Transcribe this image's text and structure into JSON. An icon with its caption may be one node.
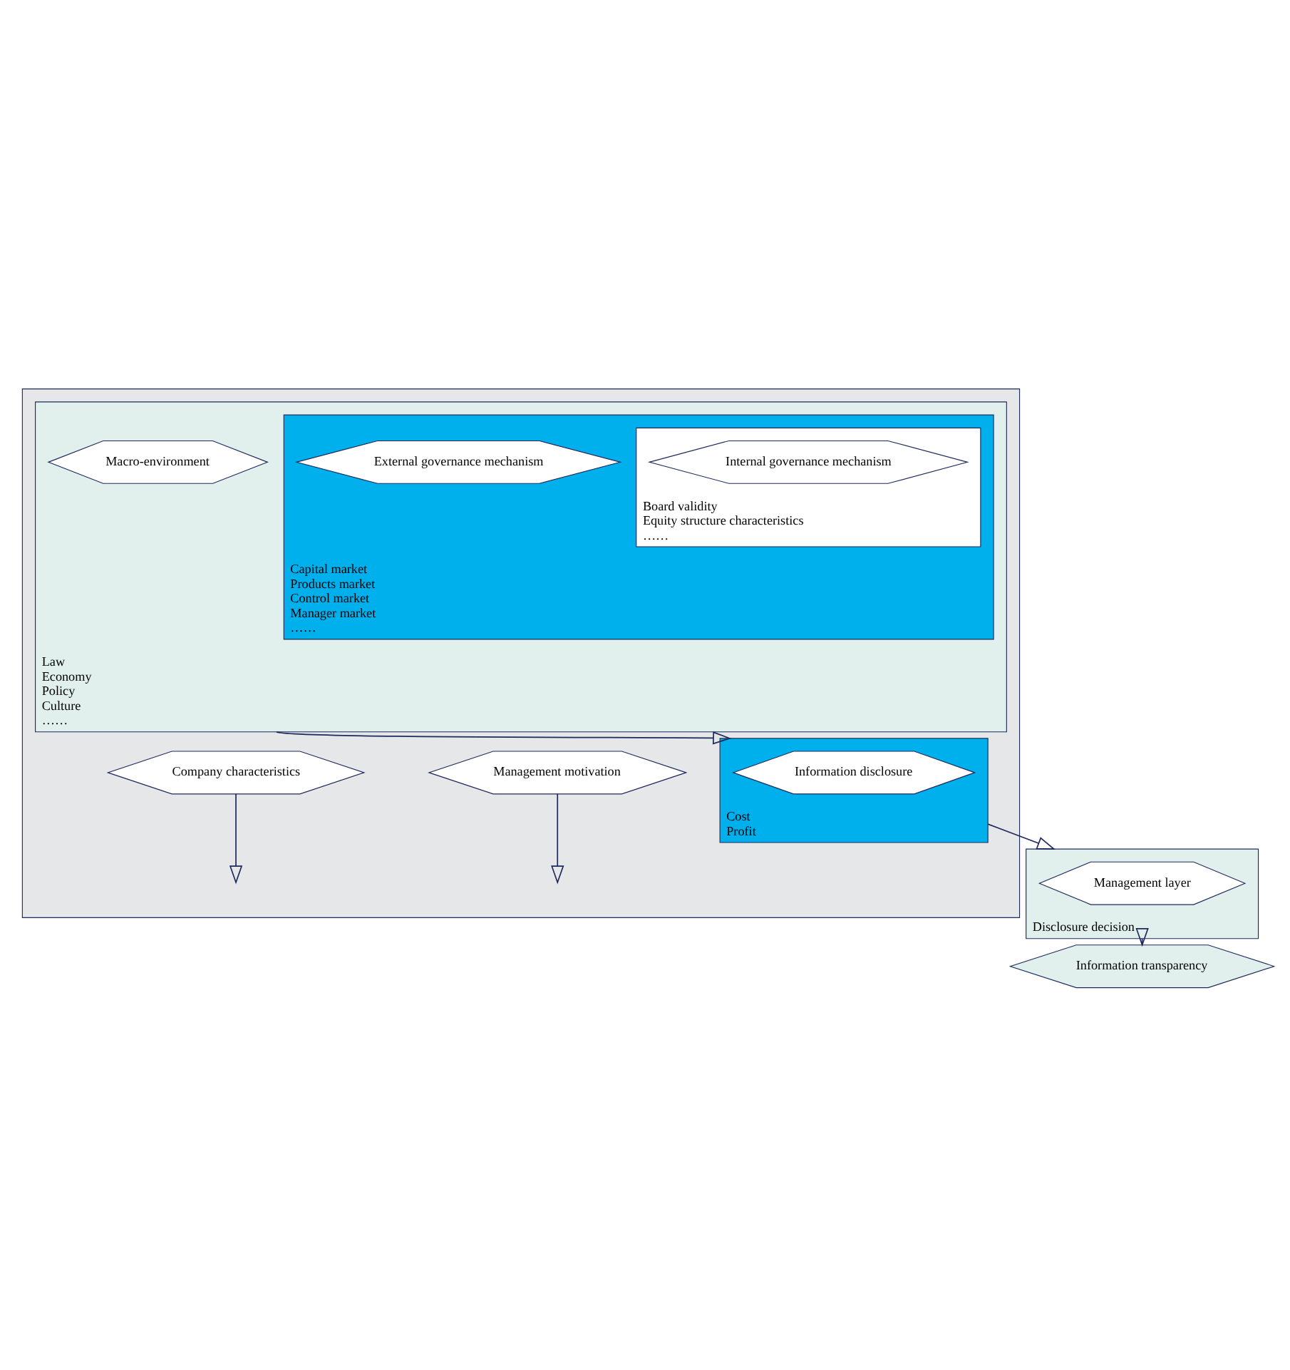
{
  "diagram": {
    "nodes": [
      {
        "text": [],
        "shape": "box"
      },
      {
        "text": [
          "Law",
          "Economy",
          "Policy",
          "Culture",
          "……"
        ],
        "in": 0
      },
      {
        "text": [
          "Macro-environment"
        ],
        "in": 1
      },
      {
        "text": [
          "Capital market",
          "Products market",
          "Control market",
          "Manager market",
          "……"
        ],
        "in": 1
      },
      {
        "text": [
          "External governance mechanism"
        ],
        "in": 3
      },
      {
        "text": [
          "Board validity",
          "Equity structure characteristics",
          "……"
        ],
        "in": 3
      },
      {
        "text": [
          "Internal governance mechanism"
        ],
        "in": 5
      },
      {
        "text": [
          "Management motivation"
        ],
        "in": 0
      },
      {
        "text": [
          "Cost",
          "Profit"
        ],
        "in": 0
      },
      {
        "text": [
          "Information disclosure"
        ],
        "in": 8
      },
      {
        "text": [
          "Company characteristics"
        ],
        "in": 0
      },
      {
        "text": [
          "Disclosure decision"
        ]
      },
      {
        "text": [
          "Management layer"
        ],
        "in": 11
      },
      {
        "text": [
          "Information transparency"
        ]
      }
    ],
    "edges": [
      {
        "from": 1,
        "to": 8,
        "arrow": "to"
      },
      {
        "from": 7,
        "to": null,
        "arrow": "to"
      },
      {
        "from": 10,
        "to": null,
        "arrow": "to"
      },
      {
        "from": 8,
        "to": 11,
        "arrow": "to"
      },
      {
        "from": 11,
        "to": 13,
        "arrow": "to"
      }
    ]
  }
}
